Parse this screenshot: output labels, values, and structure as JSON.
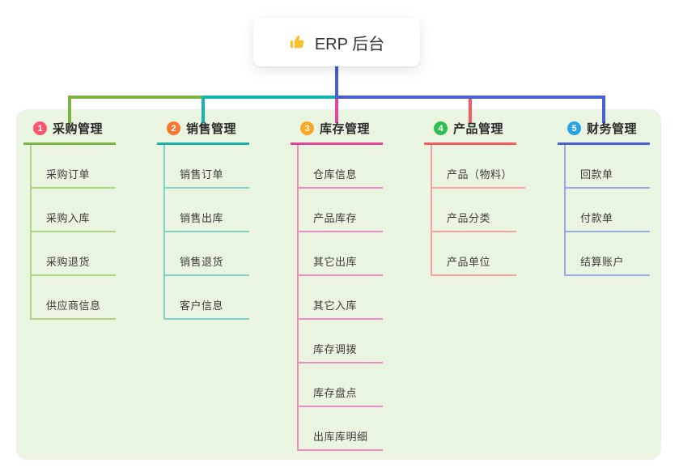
{
  "root": {
    "title": "ERP 后台",
    "icon": "thumbs-up-icon",
    "icon_color": "#fbc02d"
  },
  "canvas": {
    "panel_color": "#e9f5e0",
    "background_color": "#ffffff"
  },
  "connectors": {
    "stem_color": "#4a5fd0"
  },
  "branches": [
    {
      "number": "1",
      "label": "采购管理",
      "badge_color": "#f8566e",
      "line_color": "#7cb342",
      "child_line_color": "#aed581",
      "children": [
        "采购订单",
        "采购入库",
        "采购退货",
        "供应商信息"
      ]
    },
    {
      "number": "2",
      "label": "销售管理",
      "badge_color": "#f9772e",
      "line_color": "#17b3ab",
      "child_line_color": "#7fd1c9",
      "children": [
        "销售订单",
        "销售出库",
        "销售退货",
        "客户信息"
      ]
    },
    {
      "number": "3",
      "label": "库存管理",
      "badge_color": "#f9a825",
      "line_color": "#e5439c",
      "child_line_color": "#f08cc3",
      "children": [
        "仓库信息",
        "产品库存",
        "其它出库",
        "其它入库",
        "库存调拨",
        "库存盘点",
        "出库库明细"
      ]
    },
    {
      "number": "4",
      "label": "产品管理",
      "badge_color": "#2dbd51",
      "line_color": "#f45b5e",
      "child_line_color": "#f7a1a2",
      "children": [
        "产品（物料）",
        "产品分类",
        "产品单位"
      ]
    },
    {
      "number": "5",
      "label": "财务管理",
      "badge_color": "#2ba3e0",
      "line_color": "#4a5fd0",
      "child_line_color": "#97a9e6",
      "children": [
        "回款单",
        "付款单",
        "结算账户"
      ]
    }
  ]
}
